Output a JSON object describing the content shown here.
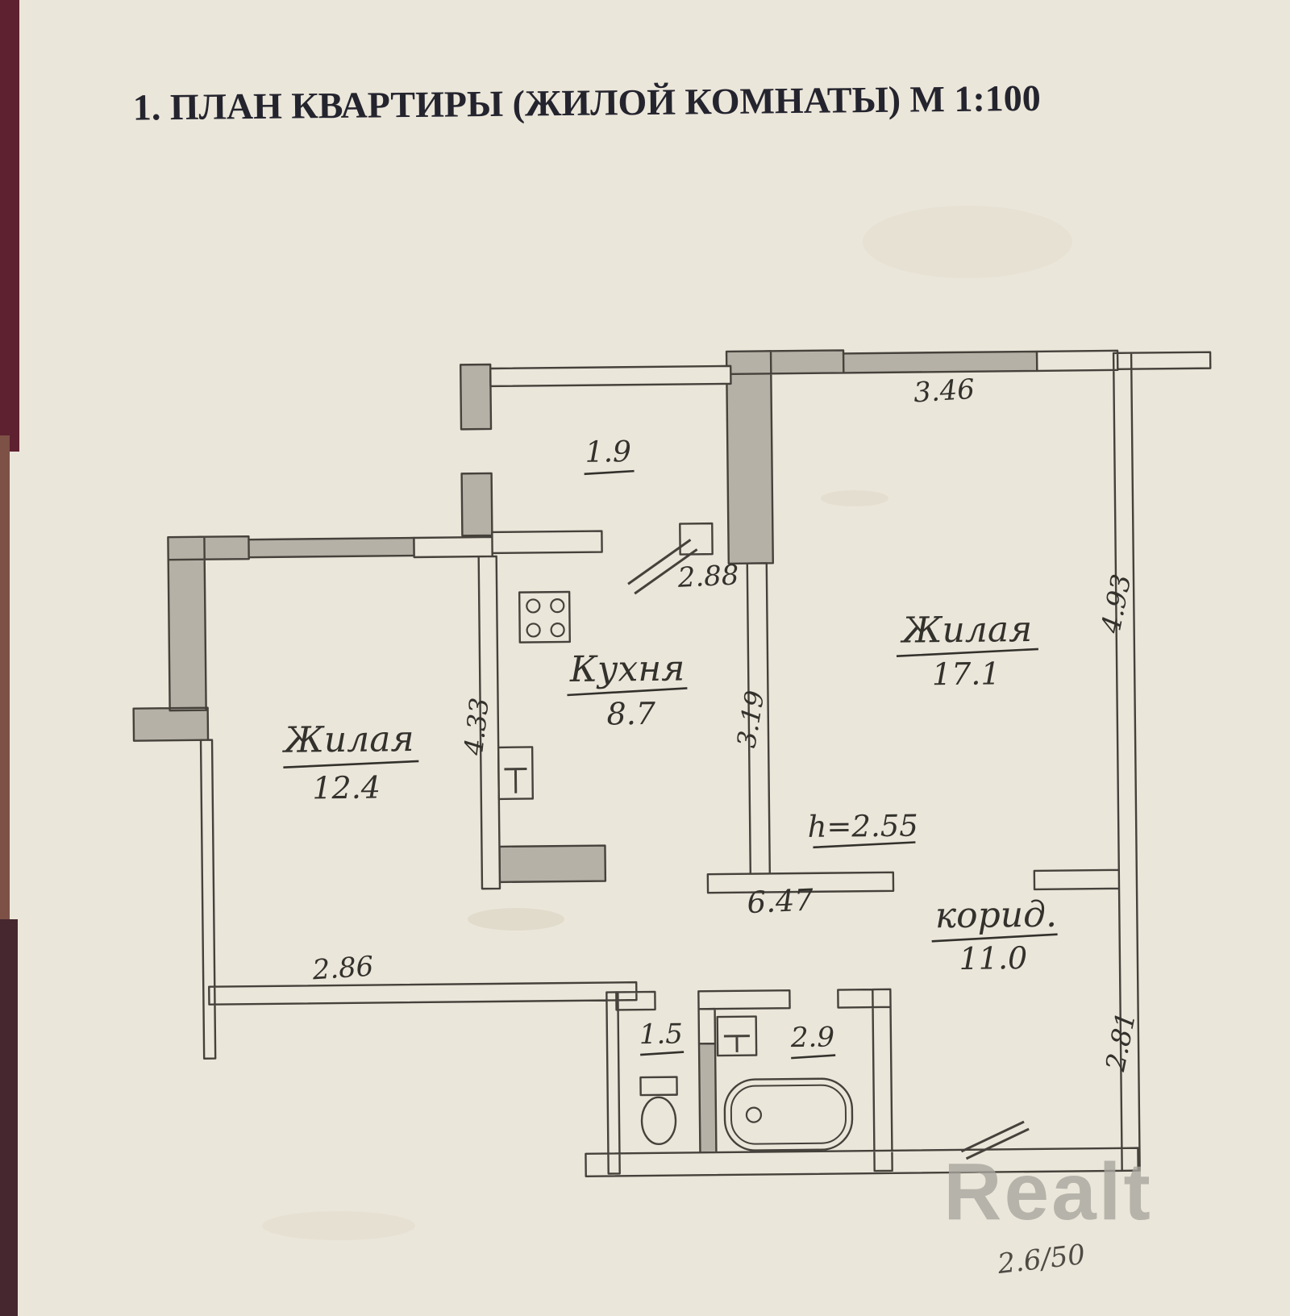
{
  "title": "1. ПЛАН КВАРТИРЫ (ЖИЛОЙ КОМНАТЫ)  М 1:100",
  "watermark": "Realt",
  "rooms": {
    "living_left": {
      "name": "Жилая",
      "area": "12.4"
    },
    "kitchen": {
      "name": "Кухня",
      "area": "8.7"
    },
    "living_right": {
      "name": "Жилая",
      "area": "17.1"
    },
    "corridor": {
      "name": "корид.",
      "area": "11.0"
    },
    "balcony": {
      "area": "1.9"
    },
    "wc": {
      "area": "1.5"
    },
    "bathroom": {
      "area": "2.9"
    }
  },
  "dimensions": {
    "top_window": "3.46",
    "balcony_opening": "2.88",
    "right_wall_upper": "4.93",
    "living_right_wall": "3.19",
    "kitchen_wall": "4.33",
    "ceiling_height": "h=2.55",
    "hall_width": "6.47",
    "left_wall_bottom": "2.86",
    "right_wall_lower": "2.81",
    "entrance_door": "2.6/50"
  },
  "colors": {
    "paper": "#ebe6da",
    "ink": "#45413b",
    "wall_shade": "#b6b1a6",
    "window_shade": "#c4bfb4",
    "photo_edge": "#5e2130",
    "watermark_gray": "#a8a59e"
  }
}
